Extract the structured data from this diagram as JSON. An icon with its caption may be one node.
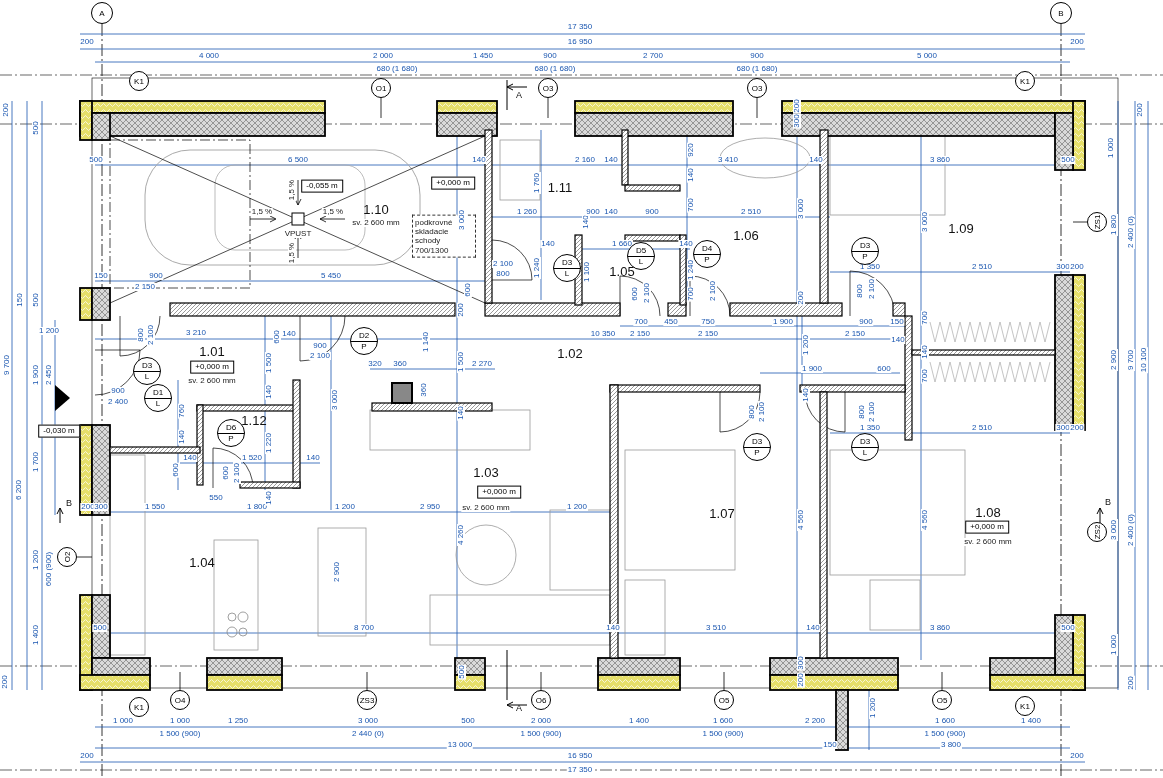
{
  "diagram": {
    "nodes": [
      {
        "text": [
          "A"
        ]
      },
      {
        "text": [
          "B"
        ]
      },
      {
        "text": [
          "K1"
        ]
      },
      {
        "text": [
          "O1"
        ]
      },
      {
        "text": [
          "O3"
        ]
      },
      {
        "text": [
          "O3"
        ]
      },
      {
        "text": [
          "K1"
        ]
      },
      {
        "text": [
          "-0,055 m"
        ]
      },
      {
        "text": [
          "+0,000 m"
        ]
      },
      {
        "text": [
          "D3",
          "L"
        ]
      },
      {
        "text": [
          "ZS1"
        ]
      },
      {
        "text": [
          "D5",
          "L"
        ]
      },
      {
        "text": [
          "D4",
          "P"
        ]
      },
      {
        "text": [
          "D3",
          "P"
        ]
      },
      {
        "text": [
          "D2",
          "P"
        ]
      },
      {
        "text": [
          "+0,000 m"
        ]
      },
      {
        "text": [
          "D3",
          "L"
        ]
      },
      {
        "text": [
          "D1",
          "L"
        ]
      },
      {
        "text": [
          "-0,030 m"
        ]
      },
      {
        "text": [
          "D6",
          "P"
        ]
      },
      {
        "text": [
          "D3",
          "P"
        ]
      },
      {
        "text": [
          "D3",
          "L"
        ]
      },
      {
        "text": [
          "+0,000 m"
        ]
      },
      {
        "text": [
          "+0,000 m"
        ]
      },
      {
        "text": [
          "ZS2"
        ]
      },
      {
        "text": [
          "O2"
        ]
      },
      {
        "text": [
          "K1"
        ]
      },
      {
        "text": [
          "O4"
        ]
      },
      {
        "text": [
          "ZS3"
        ]
      },
      {
        "text": [
          "O6"
        ]
      },
      {
        "text": [
          "O5"
        ]
      },
      {
        "text": [
          "O5"
        ]
      },
      {
        "text": [
          "K1"
        ]
      }
    ],
    "edges": [
      {
        "from": 3,
        "to": null,
        "arrow": "none"
      },
      {
        "from": 4,
        "to": null,
        "arrow": "none"
      },
      {
        "from": 5,
        "to": null,
        "arrow": "none"
      },
      {
        "from": 10,
        "to": null,
        "arrow": "none"
      },
      {
        "from": 25,
        "to": null,
        "arrow": "none"
      },
      {
        "from": 27,
        "to": null,
        "arrow": "none"
      },
      {
        "from": 28,
        "to": null,
        "arrow": "none"
      },
      {
        "from": 29,
        "to": null,
        "arrow": "none"
      },
      {
        "from": 30,
        "to": null,
        "arrow": "none"
      },
      {
        "from": 31,
        "to": null,
        "arrow": "none"
      }
    ],
    "labels": [
      "17 350",
      "200",
      "16 950",
      "200",
      "4 000",
      "2 000",
      "1 450",
      "900",
      "2 700",
      "900",
      "5 000",
      "680 (1 680)",
      "680 (1 680)",
      "680 (1 680)",
      "A",
      "200",
      "500",
      "200",
      "300",
      "200",
      "500",
      "6 500",
      "140",
      "2 160",
      "140",
      "920",
      "3 410",
      "140",
      "3 860",
      "500",
      "1 000",
      "1,5 %",
      "1 760",
      "1.11",
      "140",
      "1,5 %",
      "VPUST",
      "1,5 %",
      "1.10",
      "sv. 2 600 mm",
      "podkrovné skladacie schody 700/1300",
      "3 000",
      "1 260",
      "140",
      "900",
      "140",
      "900",
      "700",
      "1.06",
      "2 510",
      "3 000",
      "3 000",
      "1.09",
      "1 800",
      "2 400 (0)",
      "1,5 %",
      "140",
      "1 660",
      "140",
      "150",
      "900",
      "5 450",
      "2 100",
      "800",
      "1 240",
      "1 100",
      "1.05",
      "1 240",
      "1 350",
      "2 510",
      "300",
      "200",
      "150",
      "500",
      "2 150",
      "200",
      "600",
      "600",
      "2 100",
      "700",
      "2 100",
      "200",
      "800",
      "2 100",
      "1 200",
      "800",
      "2 100",
      "3 210",
      "600",
      "140",
      "10 350",
      "2 150",
      "700",
      "450",
      "750",
      "2 150",
      "1 900",
      "2 150",
      "900",
      "150",
      "140",
      "700",
      "9 700",
      "1.01",
      "1 500",
      "900",
      "2 100",
      "320",
      "360",
      "1 140",
      "1 500",
      "2 270",
      "1.02",
      "1 200",
      "140",
      "2 900",
      "9 700",
      "10 100",
      "1 900",
      "2 450",
      "sv. 2 600 mm",
      "1 900",
      "600",
      "700",
      "900",
      "2 400",
      "140",
      "3 000",
      "360",
      "140",
      "760",
      "140",
      "800",
      "2 100",
      "800",
      "2 100",
      "140",
      "1.12",
      "1 220",
      "1 350",
      "2 510",
      "300",
      "200",
      "1 700",
      "600",
      "140",
      "600",
      "2 100",
      "1 520",
      "140",
      "1.03",
      "6 200",
      "B",
      "200",
      "300",
      "1 550",
      "550",
      "1 800",
      "140",
      "1 200",
      "2 950",
      "sv. 2 600 mm",
      "1 200",
      "1.07",
      "1.08",
      "B",
      "4 260",
      "4 560",
      "4 560",
      "sv. 2 600 mm",
      "3 000",
      "2 400 (0)",
      "1 200",
      "600 (900)",
      "1.04",
      "2 900",
      "1 400",
      "500",
      "8 700",
      "140",
      "3 510",
      "140",
      "3 860",
      "500",
      "1 000",
      "200",
      "500",
      "300",
      "200",
      "200",
      "A",
      "1 200",
      "1 000",
      "1 000",
      "1 250",
      "3 000",
      "500",
      "2 000",
      "1 400",
      "1 600",
      "2 200",
      "1 600",
      "1 400",
      "1 500 (900)",
      "2 440 (0)",
      "1 500 (900)",
      "1 500 (900)",
      "1 500 (900)",
      "13 000",
      "150",
      "3 800",
      "200",
      "16 950",
      "200",
      "17 350"
    ]
  }
}
